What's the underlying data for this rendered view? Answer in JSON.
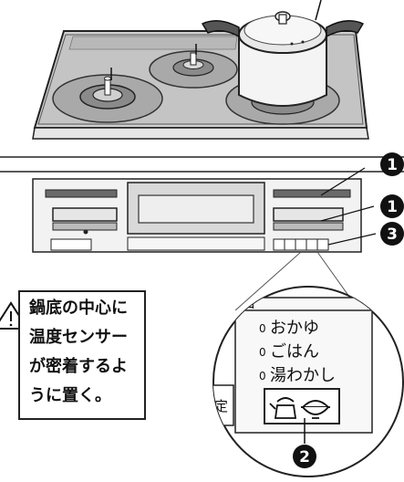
{
  "callout": {
    "lines": [
      "鍋底の中心に",
      "温度センサー",
      "が密着するよ",
      "うに置く。"
    ]
  },
  "markers": [
    "1",
    "1",
    "3",
    "2"
  ],
  "zoom": {
    "header_fragment": "ロ",
    "options": [
      {
        "indicator": "0",
        "label": "おかゆ"
      },
      {
        "indicator": "0",
        "label": "ごはん"
      },
      {
        "indicator": "0",
        "label": "湯わかし"
      }
    ],
    "side_fragment": "定"
  },
  "icons": [
    "pot-with-lid-icon",
    "kettle-icon",
    "rice-bowl-icon",
    "warning-triangle-icon"
  ],
  "colors": {
    "ink": "#111111",
    "cooktop": "#cfcfcf",
    "panel": "#f2f2f2",
    "grate": "#9a9a9a"
  }
}
